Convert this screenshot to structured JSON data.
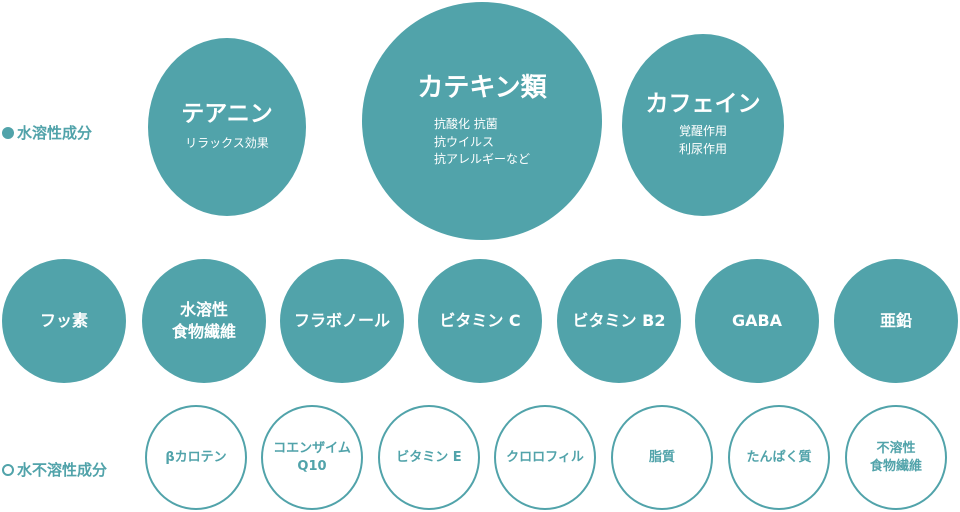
{
  "labels": {
    "water_soluble": "水溶性成分",
    "water_insoluble": "水不溶性成分"
  },
  "large_circles": [
    {
      "title": "テアニン",
      "desc": [
        "リラックス効果"
      ]
    },
    {
      "title": "カテキン類",
      "desc": [
        "抗酸化 抗菌",
        "抗ウイルス",
        "抗アレルギーなど"
      ]
    },
    {
      "title": "カフェイン",
      "desc": [
        "覚醒作用",
        "利尿作用"
      ]
    }
  ],
  "medium_circles": [
    {
      "lines": [
        "フッ素"
      ]
    },
    {
      "lines": [
        "水溶性",
        "食物繊維"
      ]
    },
    {
      "lines": [
        "フラボノール"
      ]
    },
    {
      "lines": [
        "ビタミン C"
      ]
    },
    {
      "lines": [
        "ビタミン B2"
      ]
    },
    {
      "lines": [
        "GABA"
      ]
    },
    {
      "lines": [
        "亜鉛"
      ]
    }
  ],
  "small_circles": [
    {
      "lines": [
        "βカロテン"
      ]
    },
    {
      "lines": [
        "コエンザイム",
        "Q10"
      ]
    },
    {
      "lines": [
        "ビタミン E"
      ]
    },
    {
      "lines": [
        "クロロフィル"
      ]
    },
    {
      "lines": [
        "脂質"
      ]
    },
    {
      "lines": [
        "たんぱく質"
      ]
    },
    {
      "lines": [
        "不溶性",
        "食物繊維"
      ]
    }
  ],
  "colors": {
    "accent": "#51a3aa",
    "background": "#ffffff"
  }
}
